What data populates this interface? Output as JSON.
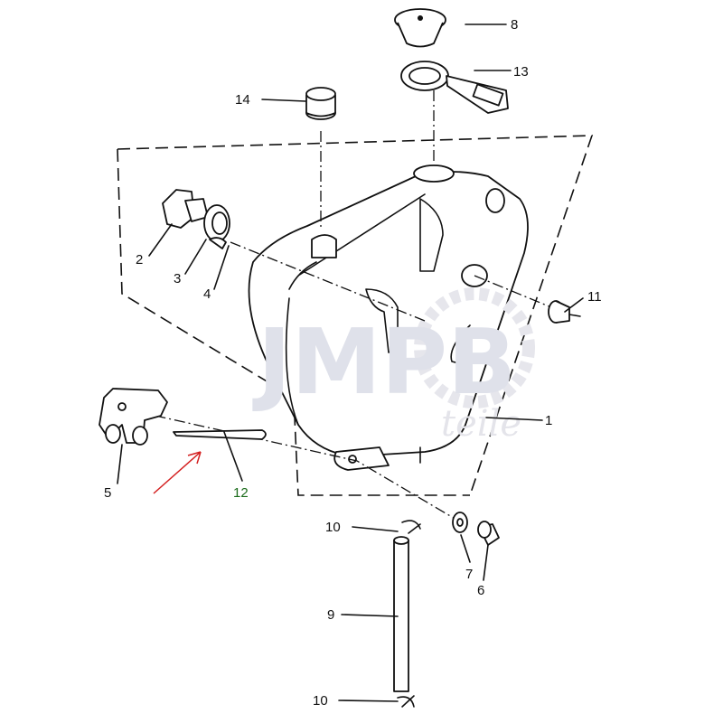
{
  "diagram": {
    "watermark": {
      "brand": "JMPB",
      "sub": "teile"
    },
    "callouts": [
      {
        "id": "1",
        "part": "fuel-tank"
      },
      {
        "id": "2",
        "part": "drain-plug"
      },
      {
        "id": "3",
        "part": "gasket"
      },
      {
        "id": "4",
        "part": "clip"
      },
      {
        "id": "5",
        "part": "bracket"
      },
      {
        "id": "6",
        "part": "bolt"
      },
      {
        "id": "7",
        "part": "washer"
      },
      {
        "id": "8",
        "part": "tank-cap"
      },
      {
        "id": "9",
        "part": "hose"
      },
      {
        "id": "10",
        "part": "hose-clip-upper"
      },
      {
        "id": "10",
        "part": "hose-clip-lower"
      },
      {
        "id": "11",
        "part": "damper"
      },
      {
        "id": "12",
        "part": "cotter-pin"
      },
      {
        "id": "13",
        "part": "cap-strap"
      },
      {
        "id": "14",
        "part": "grommet"
      }
    ],
    "colors": {
      "line": "#111111",
      "highlight_label": "#1a6b1a",
      "arrow": "#d42020",
      "watermark": "#dfe1ea"
    }
  }
}
